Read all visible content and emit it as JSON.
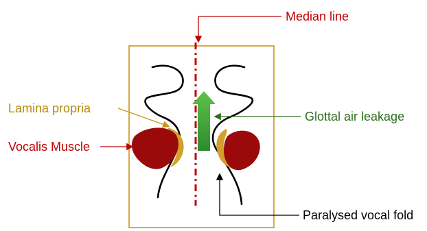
{
  "labels": {
    "median_line": "Median line",
    "lamina_propria": "Lamina propria",
    "vocalis_muscle": "Vocalis Muscle",
    "glottal_air_leakage": "Glottal air leakage",
    "paralysed_vocal_fold": "Paralysed vocal fold"
  },
  "colors": {
    "median": "#c00000",
    "lamina": "#c9961a",
    "vocalis": "#9b0a0a",
    "glottal": "#2e6e1e",
    "frame": "#c9961a",
    "outline": "#000000",
    "arrow_green": "#3aa53a"
  }
}
